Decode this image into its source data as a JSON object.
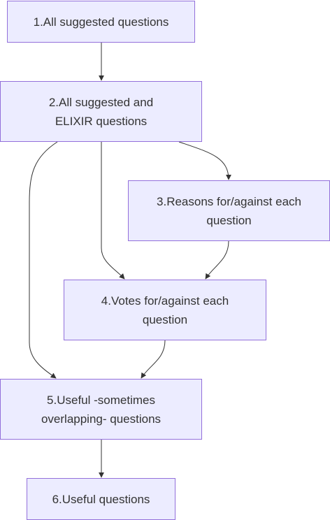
{
  "diagram": {
    "colors": {
      "node_fill": "#ececff",
      "node_border": "#9370db",
      "edge": "#333333",
      "text": "#333333"
    },
    "nodes": [
      {
        "id": "n1",
        "label": "1.All suggested questions"
      },
      {
        "id": "n2",
        "label": "2.All suggested and ELIXIR questions"
      },
      {
        "id": "n3",
        "label": "3.Reasons for/against each question"
      },
      {
        "id": "n4",
        "label": "4.Votes for/against each question"
      },
      {
        "id": "n5",
        "label": "5.Useful -sometimes overlapping- questions"
      },
      {
        "id": "n6",
        "label": "6.Useful questions"
      }
    ],
    "edges": [
      {
        "from": "n1",
        "to": "n2"
      },
      {
        "from": "n2",
        "to": "n3"
      },
      {
        "from": "n2",
        "to": "n4"
      },
      {
        "from": "n2",
        "to": "n5"
      },
      {
        "from": "n3",
        "to": "n4"
      },
      {
        "from": "n4",
        "to": "n5"
      },
      {
        "from": "n5",
        "to": "n6"
      }
    ]
  }
}
